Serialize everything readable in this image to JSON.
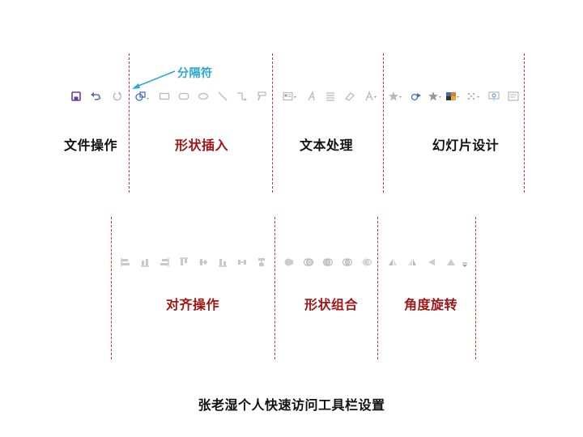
{
  "colors": {
    "black": "#111111",
    "red": "#a31515",
    "callout": "#2aa7d6",
    "divider": "#c0392b",
    "icon_gray": "#b9b9b9",
    "save_purple": "#6a3fa0"
  },
  "callout": {
    "text": "分隔符"
  },
  "row1": {
    "groups": [
      {
        "label": "文件操作"
      },
      {
        "label": "形状插入"
      },
      {
        "label": "文本处理"
      },
      {
        "label": "幻灯片设计"
      }
    ]
  },
  "row2": {
    "groups": [
      {
        "label": "对齐操作"
      },
      {
        "label": "形状组合"
      },
      {
        "label": "角度旋转"
      }
    ]
  },
  "footer": {
    "title": "张老湿个人快速访问工具栏设置"
  },
  "icons_row1": [
    "save-icon",
    "undo-icon",
    "redo-icon",
    "shapes-icon",
    "rectangle-icon",
    "rounded-rectangle-icon",
    "oval-icon",
    "line-icon",
    "elbow-connector-icon",
    "format-painter-icon",
    "text-box-icon",
    "text-direction-icon",
    "align-text-icon",
    "eraser-icon",
    "font-color-icon",
    "star-effect-icon",
    "animation-icon",
    "star-icon",
    "color-scheme-icon",
    "transition-icon",
    "slide-show-icon",
    "slide-layout-icon"
  ],
  "icons_row2": [
    "align-left-icon",
    "align-center-icon",
    "align-right-icon",
    "align-top-icon",
    "align-middle-icon",
    "align-bottom-icon",
    "distribute-horizontal-icon",
    "distribute-vertical-icon",
    "union-shapes-icon",
    "combine-shapes-icon",
    "fragment-shapes-icon",
    "intersect-shapes-icon",
    "subtract-shapes-icon",
    "rotate-left-icon",
    "rotate-right-icon",
    "flip-vertical-icon",
    "flip-horizontal-icon",
    "more-options-icon"
  ]
}
